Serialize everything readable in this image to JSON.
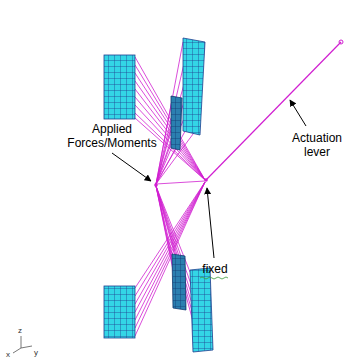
{
  "diagram": {
    "labels": [
      "Applied Forces/Moments",
      "Actuation lever",
      "fixed",
      "z",
      "x",
      "y"
    ]
  }
}
